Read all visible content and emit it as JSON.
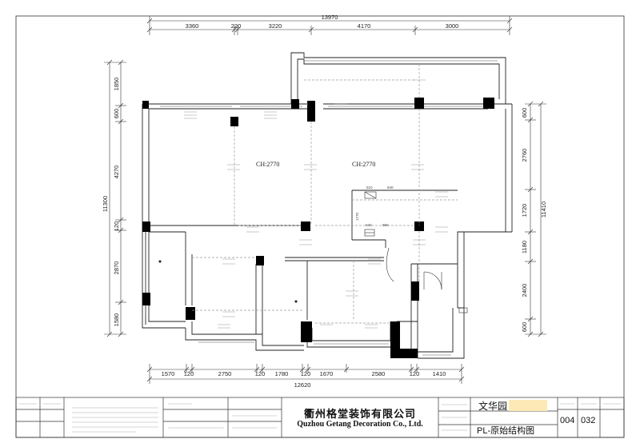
{
  "dimensions": {
    "top_total": "13970",
    "top_segments": [
      "3360",
      "220",
      "3220",
      "4170",
      "3000"
    ],
    "bottom_segments": [
      "1570",
      "120",
      "2750",
      "120",
      "1780",
      "120",
      "1670",
      "2580",
      "120",
      "1410"
    ],
    "bottom_total": "12620",
    "left_total": "11300",
    "left_segments": [
      "1850",
      "600",
      "4270",
      "120",
      "2870",
      "1580"
    ],
    "right_total": "11410",
    "right_segments": [
      "600",
      "2760",
      "1720",
      "1180",
      "2400",
      "600"
    ]
  },
  "room_labels": {
    "ceiling_height_left": "CH:2770",
    "ceiling_height_right": "CH:2770"
  },
  "plan_notes": {
    "dim_510": "510",
    "dim_840": "840",
    "dim_1770": "1770",
    "dim_640": "640",
    "dim_980": "980"
  },
  "title_block": {
    "company_cn": "衢州格堂装饰有限公司",
    "company_en": "Quzhou Getang Decoration Co., Ltd.",
    "project_name": "文华园",
    "drawing_title": "PL-原始结构图",
    "drawing_no": "004",
    "page_no": "032"
  },
  "colors": {
    "wall_fill": "#000000",
    "line": "#333333",
    "dash": "#888888",
    "highlight": "#fde9b5"
  }
}
